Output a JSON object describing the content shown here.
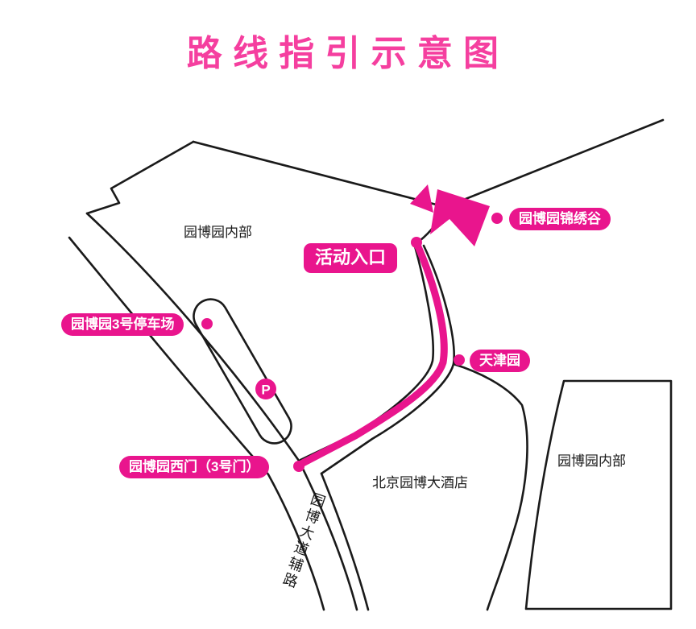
{
  "title": "路线指引示意图",
  "colors": {
    "accent": "#E9158D",
    "title": "#F53F9F",
    "ink": "#1A1A1A"
  },
  "map": {
    "labels": {
      "park_top": "园博园内部",
      "park_bottom_right": "园博园内部",
      "hotel": "北京园博大酒店",
      "road_vertical": "园博大道辅路",
      "parking_icon": "P"
    },
    "pins": {
      "entrance": "活动入口",
      "jinxiu_valley": "园博园锦绣谷",
      "parking_lot": "园博园3号停车场",
      "tianjin_garden": "天津园",
      "west_gate": "园博园西门（3号门）"
    }
  }
}
